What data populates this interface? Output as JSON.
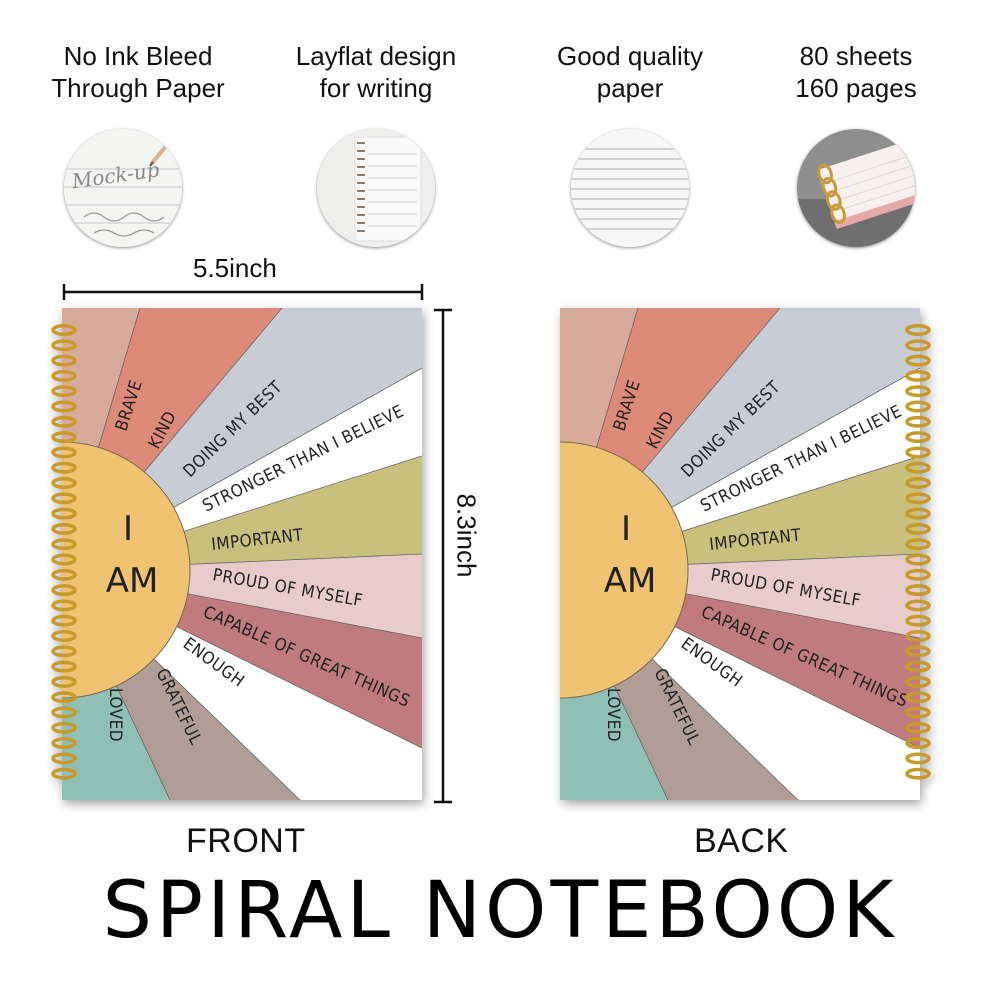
{
  "features": [
    {
      "label": "No Ink Bleed\nThrough Paper",
      "icon": "handwriting-sample-icon"
    },
    {
      "label": "Layflat design\nfor writing",
      "icon": "spiral-page-icon"
    },
    {
      "label": "Good quality\npaper",
      "icon": "lined-paper-icon"
    },
    {
      "label": "80 sheets\n160 pages",
      "icon": "spiral-closeup-icon"
    }
  ],
  "sample": {
    "script": "Mock-up"
  },
  "dimensions": {
    "width": "5.5inch",
    "height": "8.3inch"
  },
  "cover": {
    "center_line1": "I",
    "center_line2": "AM",
    "words": {
      "brave": "BRAVE",
      "kind": "KIND",
      "best": "DOING MY BEST",
      "stronger": "STRONGER THAN I BELIEVE",
      "important": "IMPORTANT",
      "proud": "PROUD OF MYSELF",
      "capable": "CAPABLE OF GREAT THINGS",
      "enough": "ENOUGH",
      "grateful": "GRATEFUL",
      "loved": "LOVED"
    }
  },
  "labels": {
    "front": "FRONT",
    "back": "BACK"
  },
  "title": "SPIRAL NOTEBOOK",
  "colors": {
    "sun": "#f0c373",
    "coil": "#c79a2b",
    "peach": "#d8aa9a",
    "terracotta": "#dd8a78",
    "grey": "#c8ccd4",
    "olive": "#c9c07d",
    "blush": "#e8cccb",
    "rose": "#bf7b7d",
    "taupe": "#b09e96",
    "teal": "#8fbfb5"
  }
}
